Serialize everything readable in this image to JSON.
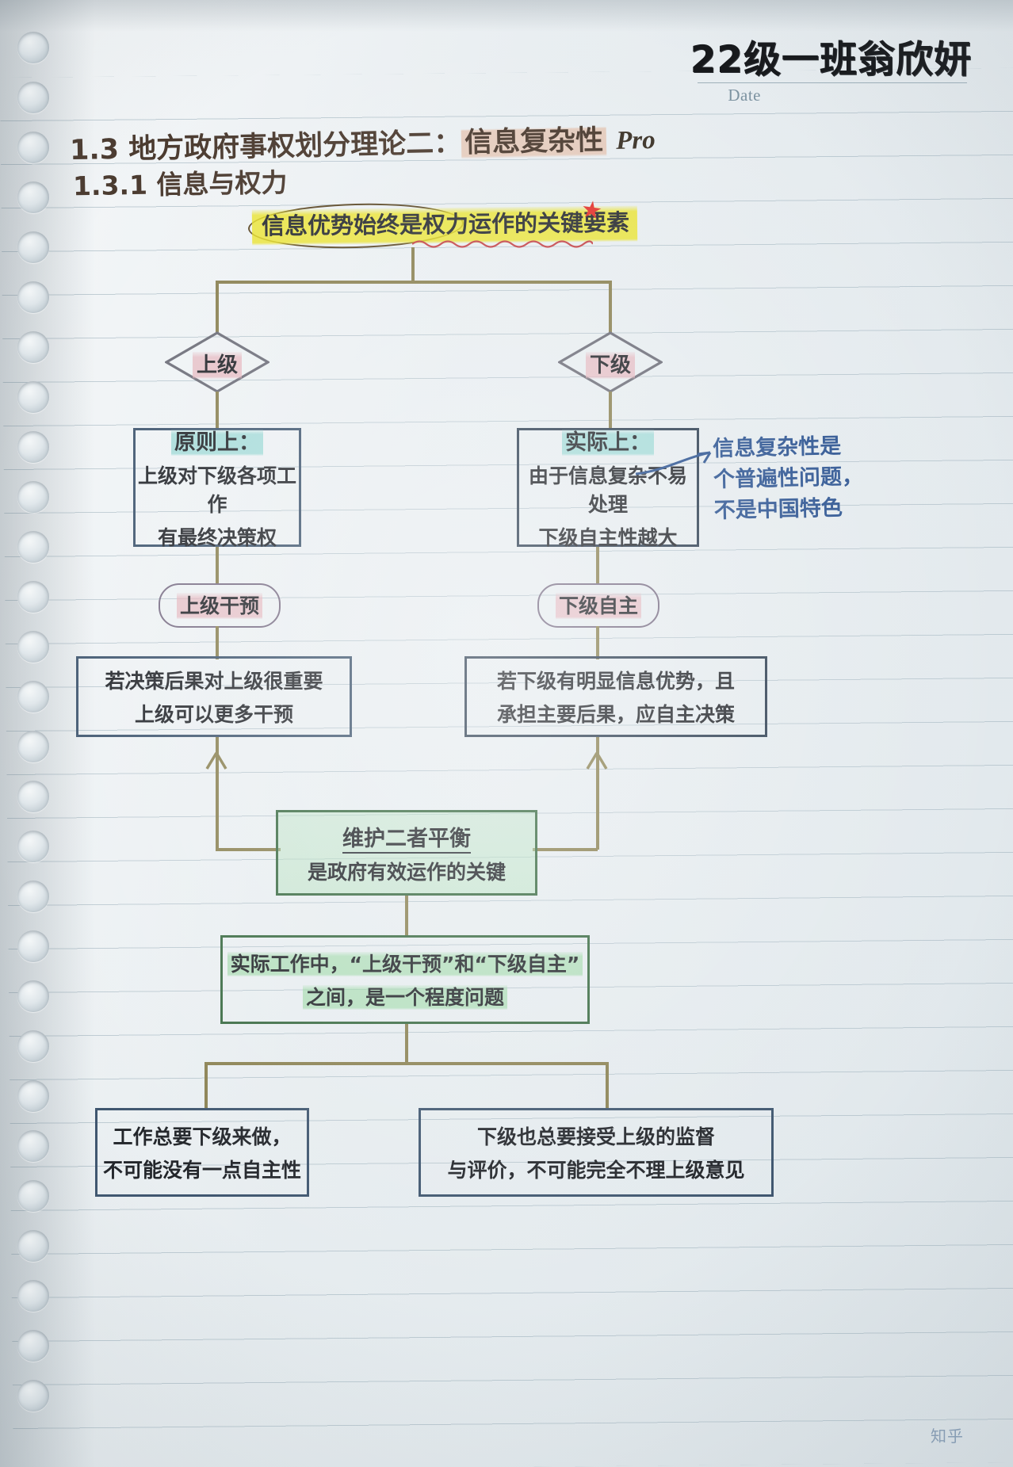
{
  "header": {
    "student": "22级一班翁欣妍",
    "date_label": "Date"
  },
  "sections": {
    "s1_prefix": "1.3 地方政府事权划分理论二：",
    "s1_highlight": "信息复杂性",
    "s1_suffix": "Pro",
    "s2": "1.3.1 信息与权力"
  },
  "statement": {
    "text": "信息优势始终是权力运作的关键要素",
    "star": "★"
  },
  "nodes": {
    "diamond_left": "上级",
    "diamond_right": "下级",
    "pill_left": "上级干预",
    "pill_right": "下级自主",
    "box_left_top": {
      "head": "原则上：",
      "l1": "上级对下级各项工作",
      "l2": "有最终决策权"
    },
    "box_right_top": {
      "head": "实际上：",
      "l1": "由于信息复杂不易处理",
      "l2": "下级自主性越大"
    },
    "box_left_mid": {
      "l1": "若决策后果对上级很重要",
      "l2": "上级可以更多干预"
    },
    "box_right_mid": {
      "l1": "若下级有明显信息优势，且",
      "l2": "承担主要后果，应自主决策"
    },
    "box_center_green": {
      "l1": "维护二者平衡",
      "l2": "是政府有效运作的关键"
    },
    "box_center_green2": {
      "l1": "实际工作中，“上级干预”和“下级自主”",
      "l2": "之间，是一个程度问题"
    },
    "box_bottom_left": {
      "l1": "工作总要下级来做，",
      "l2": "不可能没有一点自主性"
    },
    "box_bottom_right": {
      "l1": "下级也总要接受上级的监督",
      "l2": "与评价，不可能完全不理上级意见"
    }
  },
  "annotation": {
    "l1": "信息复杂性是",
    "l2": "个普遍性问题，",
    "l3": "不是中国特色"
  },
  "watermark": "知乎",
  "colors": {
    "paper": "#e9eef1",
    "rule_line": "#b0c0c9",
    "connector": "#8a8152",
    "box_blue": "#3f566f",
    "box_green": "#3a6b43",
    "highlight_yellow": "#e9e224",
    "highlight_pink": "#e4b2ba",
    "highlight_teal": "#8ed4d0",
    "highlight_green": "#96d6a0",
    "highlight_tan": "#e2b79e",
    "annotation_blue": "#2a5290",
    "star_red": "#e2342e"
  }
}
